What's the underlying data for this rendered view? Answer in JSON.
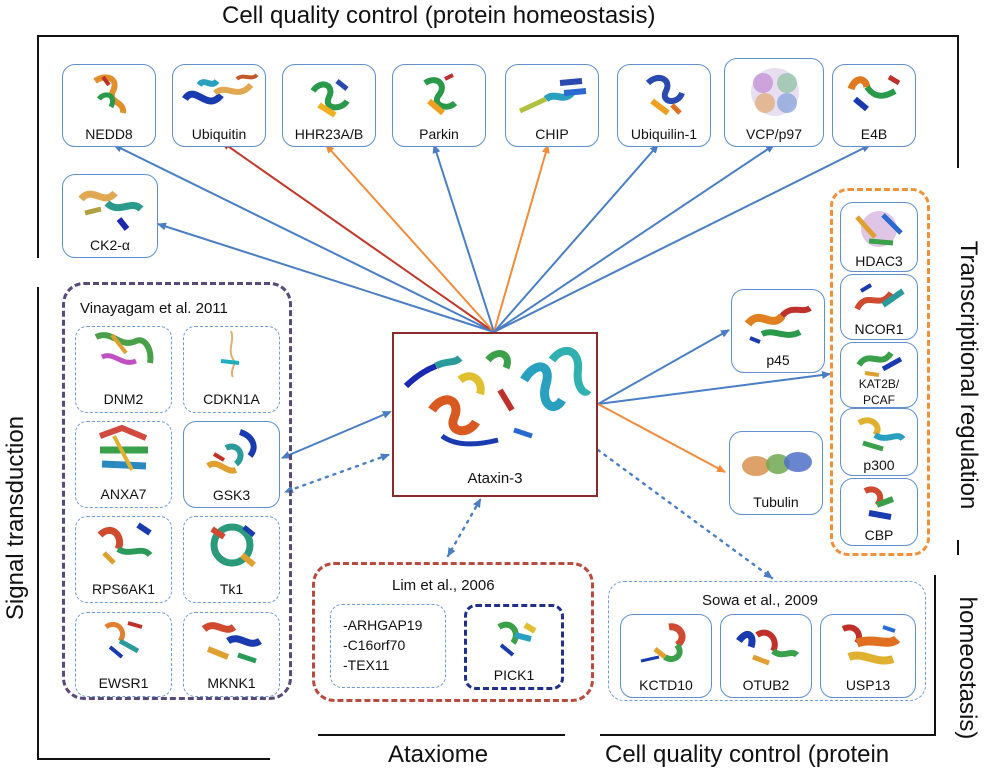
{
  "headings": {
    "top": "Cell quality control (protein homeostasis)",
    "bottom_center": "Ataxiome",
    "bottom_right": "Cell quality control (protein",
    "right_vertical_upper": "Transcriptional regulation",
    "right_vertical_lower": "homeostasis)",
    "left_vertical": "Signal transduction"
  },
  "center": {
    "label": "Ataxin-3"
  },
  "top_row": [
    "NEDD8",
    "Ubiquitin",
    "HHR23A/B",
    "Parkin",
    "CHIP",
    "Ubiquilin-1",
    "VCP/p97",
    "E4B"
  ],
  "ck2": "CK2-α",
  "vinayagam": {
    "title": "Vinayagam et al. 2011",
    "items": [
      "DNM2",
      "CDKN1A",
      "ANXA7",
      "GSK3",
      "RPS6AK1",
      "Tk1",
      "EWSR1",
      "MKNK1"
    ]
  },
  "lim": {
    "title": "Lim et al., 2006",
    "list": [
      "-ARHGAP19",
      "-C16orf70",
      "-TEX11"
    ],
    "pick": "PICK1"
  },
  "sowa": {
    "title": "Sowa et al., 2009",
    "items": [
      "KCTD10",
      "OTUB2",
      "USP13"
    ]
  },
  "transcription": [
    "HDAC3",
    "NCOR1",
    "KAT2B/",
    "PCAF",
    "p300",
    "CBP"
  ],
  "p45": "p45",
  "tubulin": "Tubulin",
  "colors": {
    "blue_arrow": "#4a7ec4",
    "orange_arrow": "#f08c3c",
    "red_arrow": "#c0392b",
    "center_border": "#8b2a2a",
    "vinayagam_border": "#5a4a7a",
    "lim_border": "#b94a3e",
    "transcription_border": "#f0913a",
    "pick_border": "#1f2f8a"
  }
}
